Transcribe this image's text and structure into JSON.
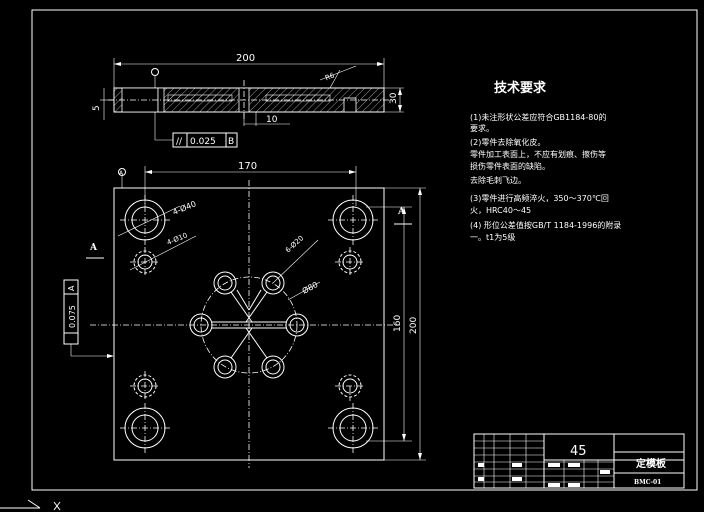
{
  "drawing": {
    "section_view": {
      "width_dim": "200",
      "thickness_dim": "30",
      "left_dim": "5",
      "step_dim": "10",
      "datum_label": "B",
      "roughness": "R6",
      "flatness_symbol": "//",
      "flatness_value": "0.025",
      "flatness_datum": "B"
    },
    "plan_view": {
      "datum_symbol": "A",
      "width_dim": "170",
      "height_inner_dim": "160",
      "height_outer_dim": "200",
      "section_mark_left": "A",
      "section_mark_right": "A",
      "hole_large": "4-Ø40",
      "hole_small": "4-Ø10",
      "hole_ring": "6-Ø20",
      "pcd": "Ø80",
      "perp_value": "0.075",
      "perp_datum": "A"
    },
    "requirements": {
      "title": "技术要求",
      "lines": [
        "(1)未注形状公差应符合GB1184-80的",
        "要求。",
        "(2)零件去除氧化皮。",
        "零件加工表面上，不应有划痕、擦伤等",
        "损伤零件表面的缺陷。",
        "去除毛刺飞边。",
        "(3)零件进行高频淬火，350～370℃回",
        "火，HRC40～45",
        "(4) 形位公差值按GB/T 1184-1996的附录",
        "一。t1为5级"
      ]
    },
    "title_block": {
      "material": "45",
      "part_name": "定模板",
      "drawing_no": "BMC-01"
    }
  },
  "colors": {
    "background": "#000000",
    "line": "#ffffff"
  }
}
